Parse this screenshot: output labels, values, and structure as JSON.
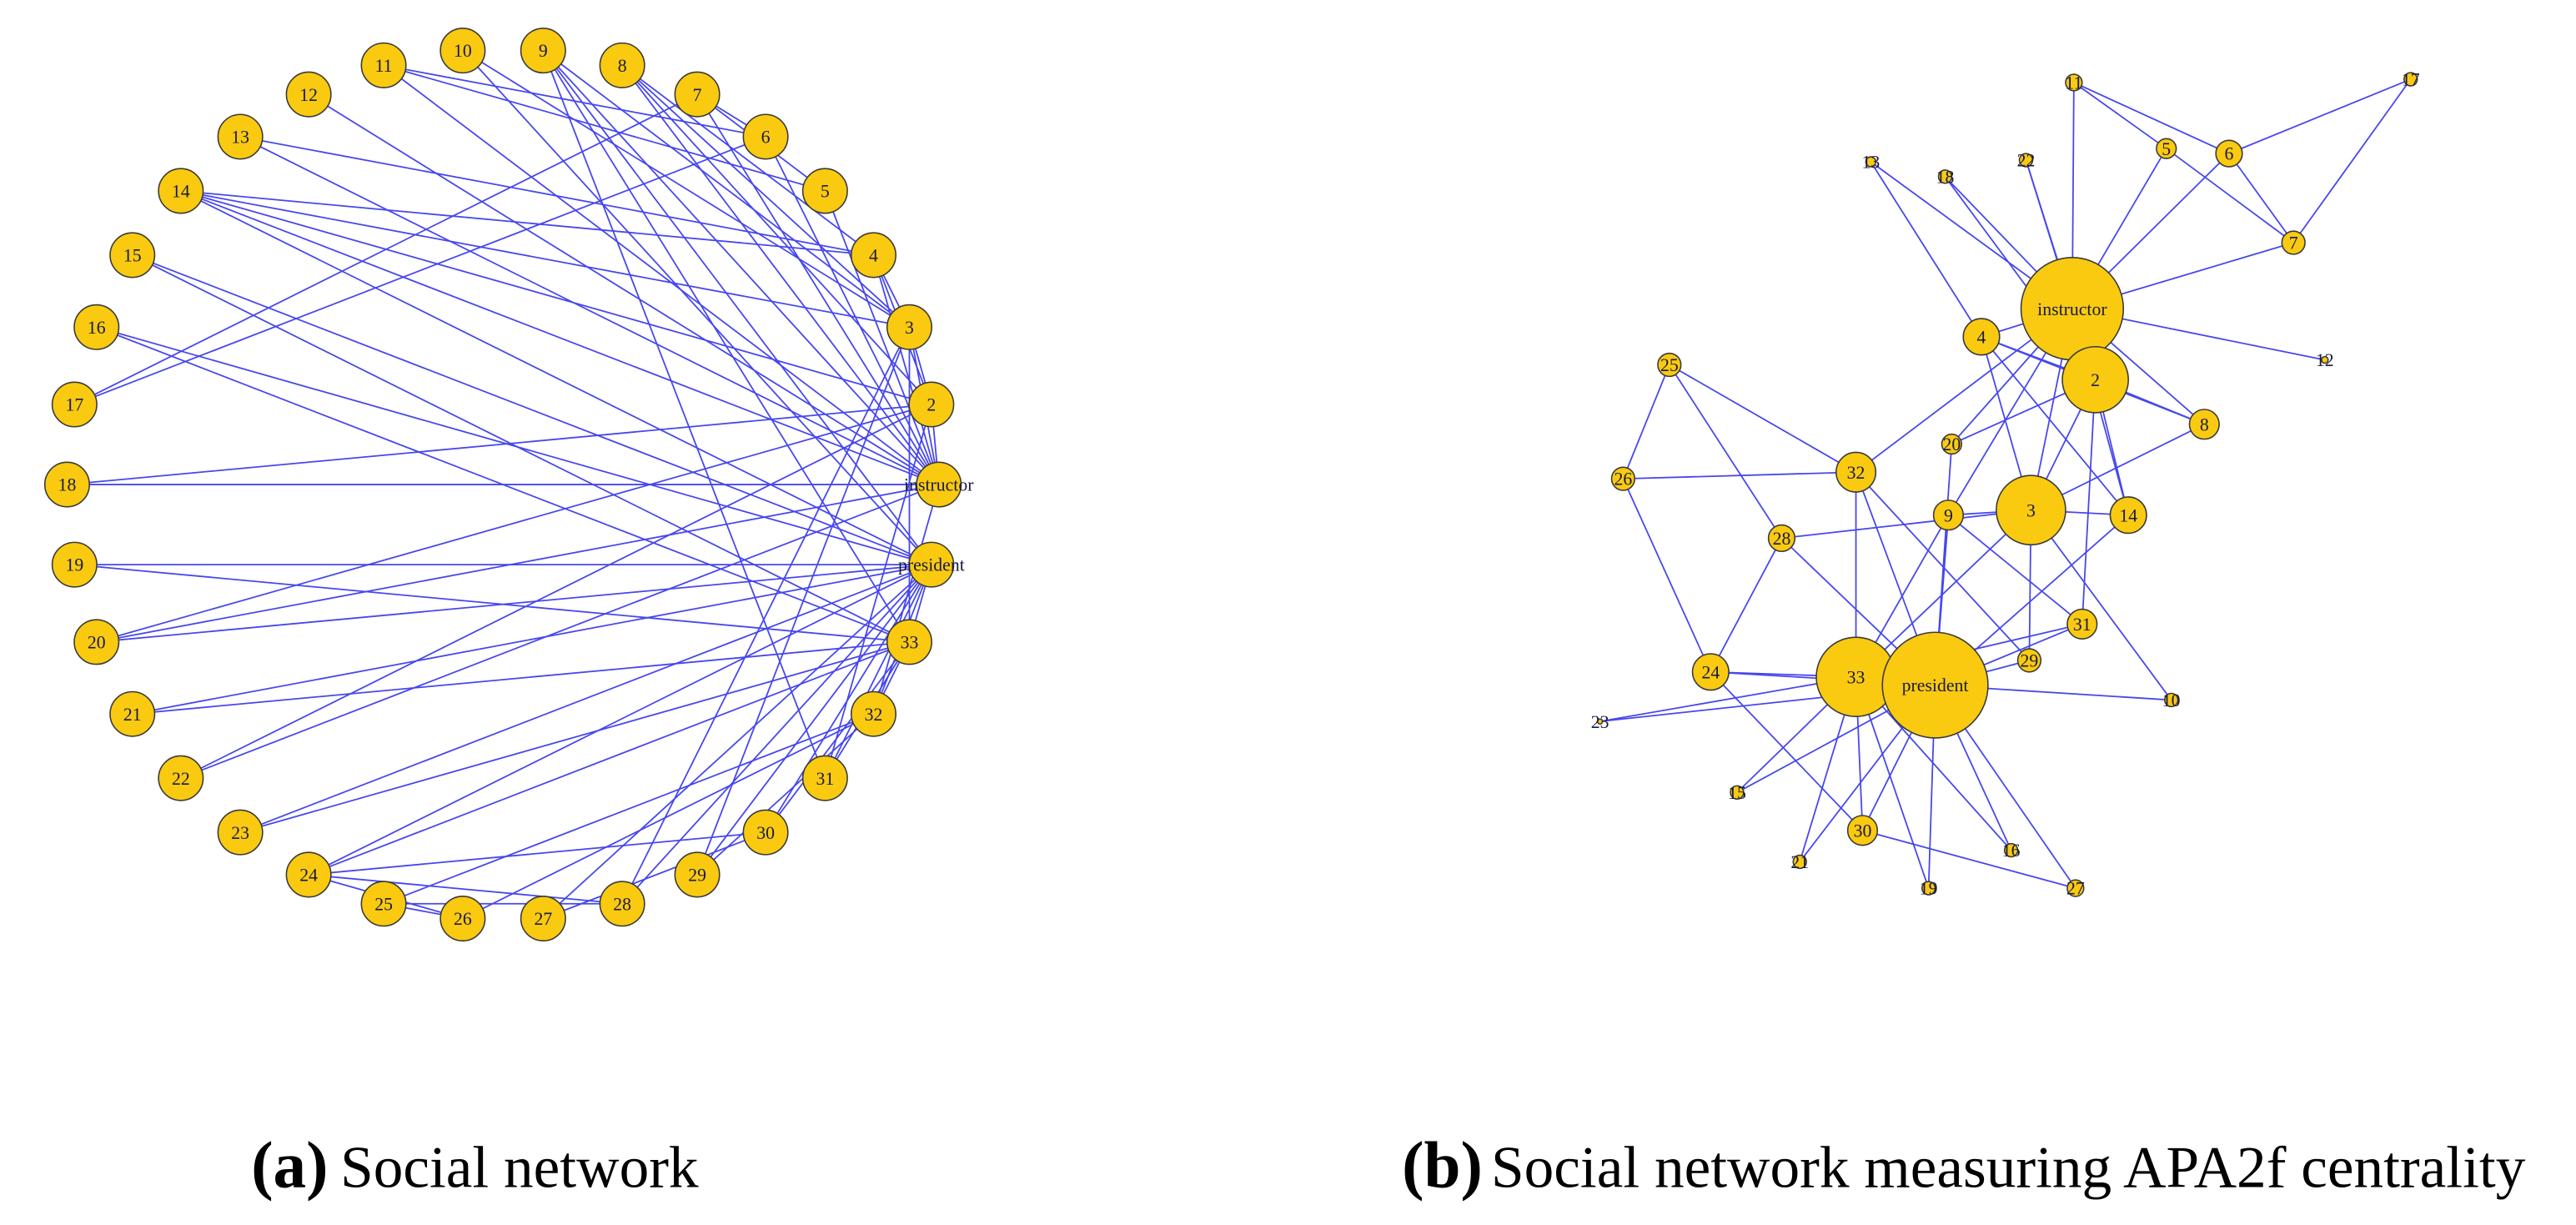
{
  "figure": {
    "panels": [
      {
        "label": "(a)",
        "caption": "Social network"
      },
      {
        "label": "(b)",
        "caption": "Social network measuring APA2f centrality"
      }
    ]
  },
  "network": {
    "nodes": [
      "instructor",
      "2",
      "3",
      "4",
      "5",
      "6",
      "7",
      "8",
      "9",
      "10",
      "11",
      "12",
      "13",
      "14",
      "15",
      "16",
      "17",
      "18",
      "19",
      "20",
      "21",
      "22",
      "23",
      "24",
      "25",
      "26",
      "27",
      "28",
      "29",
      "30",
      "31",
      "32",
      "33",
      "president"
    ],
    "edges": [
      [
        0,
        1
      ],
      [
        0,
        2
      ],
      [
        0,
        3
      ],
      [
        0,
        4
      ],
      [
        0,
        5
      ],
      [
        0,
        6
      ],
      [
        0,
        7
      ],
      [
        0,
        8
      ],
      [
        0,
        10
      ],
      [
        0,
        11
      ],
      [
        0,
        12
      ],
      [
        0,
        13
      ],
      [
        0,
        17
      ],
      [
        0,
        19
      ],
      [
        0,
        21
      ],
      [
        0,
        31
      ],
      [
        1,
        2
      ],
      [
        1,
        3
      ],
      [
        1,
        7
      ],
      [
        1,
        13
      ],
      [
        1,
        17
      ],
      [
        1,
        19
      ],
      [
        1,
        21
      ],
      [
        1,
        30
      ],
      [
        2,
        3
      ],
      [
        2,
        7
      ],
      [
        2,
        8
      ],
      [
        2,
        9
      ],
      [
        2,
        13
      ],
      [
        2,
        27
      ],
      [
        2,
        28
      ],
      [
        2,
        32
      ],
      [
        3,
        7
      ],
      [
        3,
        12
      ],
      [
        3,
        13
      ],
      [
        4,
        6
      ],
      [
        4,
        10
      ],
      [
        5,
        6
      ],
      [
        5,
        10
      ],
      [
        5,
        16
      ],
      [
        6,
        16
      ],
      [
        8,
        30
      ],
      [
        8,
        32
      ],
      [
        8,
        33
      ],
      [
        9,
        33
      ],
      [
        13,
        33
      ],
      [
        14,
        32
      ],
      [
        14,
        33
      ],
      [
        15,
        32
      ],
      [
        15,
        33
      ],
      [
        18,
        32
      ],
      [
        18,
        33
      ],
      [
        19,
        33
      ],
      [
        20,
        32
      ],
      [
        20,
        33
      ],
      [
        22,
        32
      ],
      [
        22,
        33
      ],
      [
        23,
        25
      ],
      [
        23,
        27
      ],
      [
        23,
        29
      ],
      [
        23,
        32
      ],
      [
        23,
        33
      ],
      [
        24,
        25
      ],
      [
        24,
        27
      ],
      [
        24,
        31
      ],
      [
        25,
        31
      ],
      [
        26,
        29
      ],
      [
        26,
        33
      ],
      [
        27,
        33
      ],
      [
        28,
        31
      ],
      [
        28,
        33
      ],
      [
        29,
        32
      ],
      [
        29,
        33
      ],
      [
        30,
        32
      ],
      [
        30,
        33
      ],
      [
        31,
        32
      ],
      [
        31,
        33
      ],
      [
        32,
        33
      ]
    ]
  },
  "colors": {
    "node_fill": "#F9CA10",
    "node_stroke": "#3a3a3a",
    "edge": "#4747EE",
    "label": "#1a1a40"
  }
}
